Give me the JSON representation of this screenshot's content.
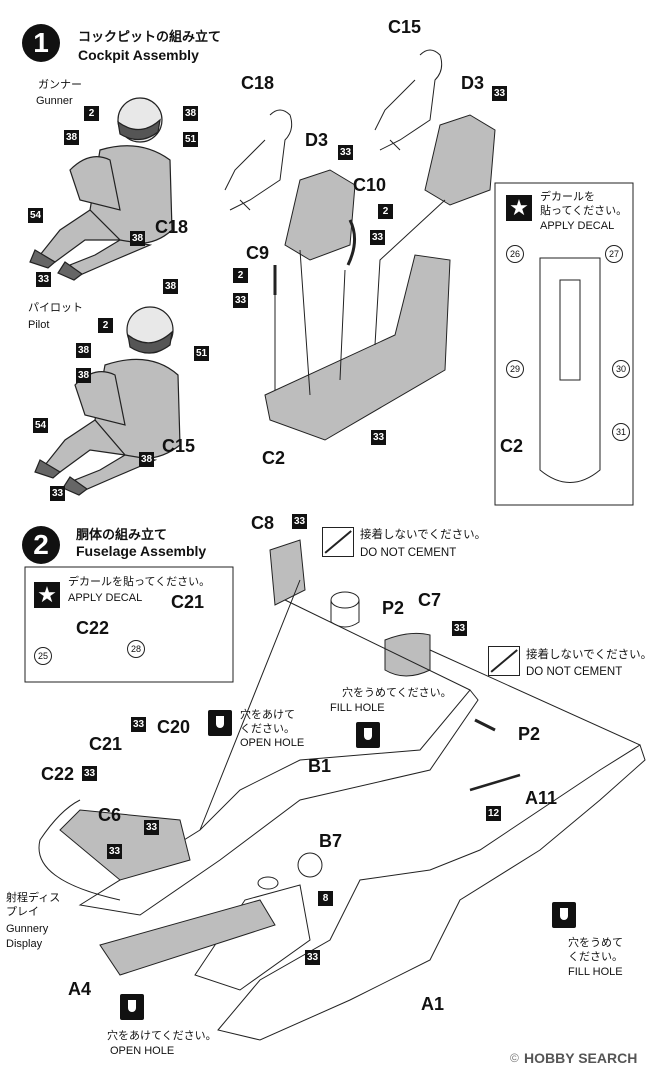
{
  "step1": {
    "number": "1",
    "title_jp": "コックピットの組み立て",
    "title_en": "Cockpit Assembly",
    "gunner_jp": "ガンナー",
    "gunner_en": "Gunner",
    "pilot_jp": "パイロット",
    "pilot_en": "Pilot",
    "parts": {
      "c15": "C15",
      "c18": "C18",
      "d3a": "D3",
      "d3b": "D3",
      "c10": "C10",
      "c9": "C9",
      "c2": "C2",
      "c18b": "C18",
      "c15b": "C15"
    },
    "colors": {
      "c2": "2",
      "c38": "38",
      "c51": "51",
      "c54": "54",
      "c33": "33"
    },
    "decal": {
      "title_jp1": "デカールを",
      "title_jp2": "貼ってください。",
      "title_en": "APPLY DECAL",
      "part": "C2",
      "n26": "26",
      "n27": "27",
      "n29": "29",
      "n30": "30",
      "n31": "31"
    }
  },
  "step2": {
    "number": "2",
    "title_jp": "胴体の組み立て",
    "title_en": "Fuselage Assembly",
    "decal": {
      "title_jp": "デカールを貼ってください。",
      "title_en": "APPLY DECAL",
      "c22": "C22",
      "c21": "C21",
      "n25": "25",
      "n28": "28"
    },
    "no_cement_jp": "接着しないでください。",
    "no_cement_en": "DO NOT CEMENT",
    "fill_hole_jp": "穴をうめてください。",
    "fill_hole_en": "FILL  HOLE",
    "open_hole_jp1": "穴をあけて",
    "open_hole_jp2": "ください。",
    "open_hole_en": "OPEN HOLE",
    "fill_hole2_jp1": "穴をうめて",
    "fill_hole2_jp2": "ください。",
    "fill_hole2_en": "FILL HOLE",
    "open_hole2_jp": "穴をあけてください。",
    "open_hole2_en": "OPEN HOLE",
    "gunnery_jp1": "射程ディス",
    "gunnery_jp2": "プレイ",
    "gunnery_en1": "Gunnery",
    "gunnery_en2": "Display",
    "parts": {
      "c8": "C8",
      "p2a": "P2",
      "c7": "C7",
      "p2b": "P2",
      "b1": "B1",
      "a11": "A11",
      "b7": "B7",
      "c20": "C20",
      "c21": "C21",
      "c22": "C22",
      "c6": "C6",
      "a4": "A4",
      "a1": "A1"
    },
    "colors": {
      "c33": "33",
      "c12": "12",
      "c8": "8"
    }
  },
  "watermark": {
    "logo": "HOBBY SEARCH",
    "copyright": "©"
  },
  "icons": [
    "star-icon",
    "no-cement-icon",
    "fill-hole-icon",
    "open-hole-icon"
  ]
}
